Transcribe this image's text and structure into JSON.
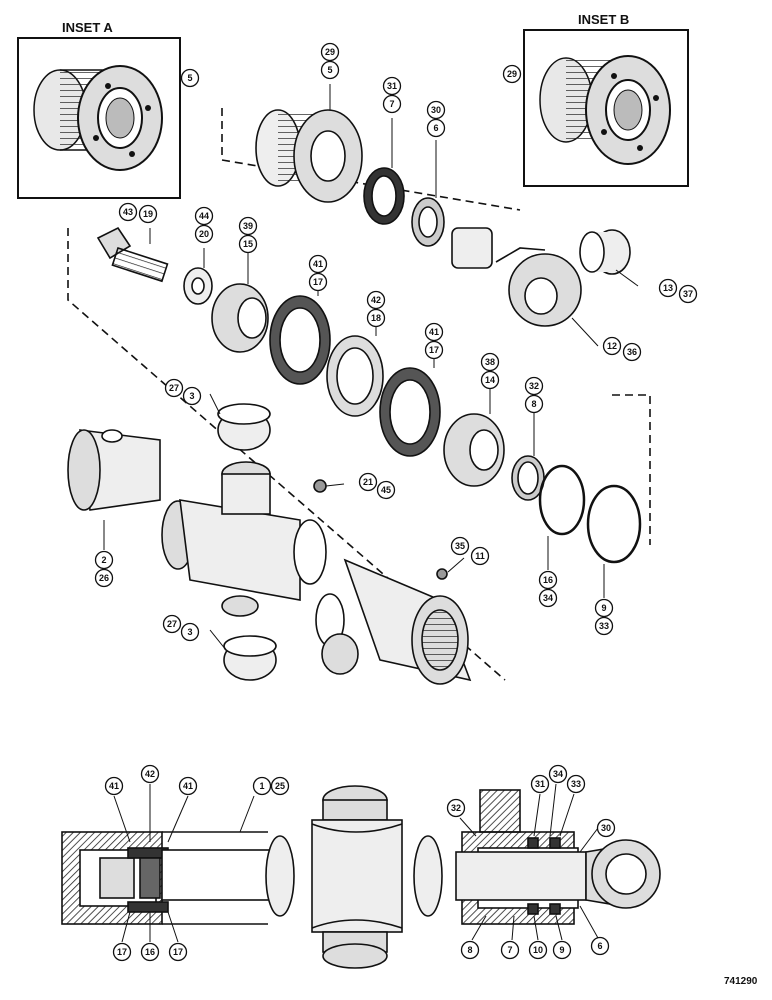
{
  "insets": {
    "a": {
      "title": "INSET A",
      "callouts": [
        "5"
      ]
    },
    "b": {
      "title": "INSET B",
      "callouts": [
        "29"
      ]
    }
  },
  "drawing_number": "741290",
  "exploded_callouts": [
    "29",
    "5",
    "31",
    "7",
    "30",
    "6",
    "43",
    "19",
    "44",
    "20",
    "39",
    "15",
    "41",
    "17",
    "42",
    "18",
    "41",
    "17",
    "38",
    "14",
    "32",
    "8",
    "13",
    "37",
    "12",
    "36",
    "27",
    "3",
    "21",
    "45",
    "2",
    "26",
    "35",
    "11",
    "16",
    "34",
    "9",
    "33",
    "27",
    "3"
  ],
  "section_callouts": {
    "top": [
      "41",
      "42",
      "41",
      "1",
      "25",
      "32",
      "31",
      "34",
      "33",
      "30"
    ],
    "bottom": [
      "17",
      "16",
      "17",
      "8",
      "7",
      "10",
      "9",
      "6"
    ]
  },
  "colors": {
    "ink": "#111111",
    "paper": "#ffffff",
    "hatch": "#222222"
  }
}
